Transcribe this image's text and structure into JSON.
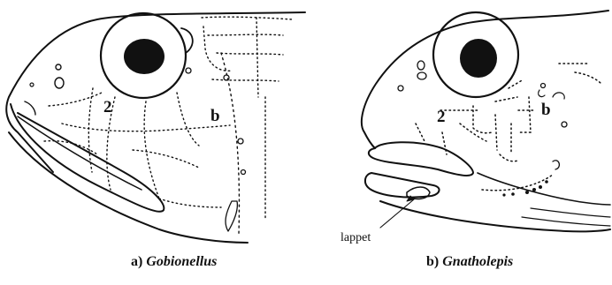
{
  "figure": {
    "panel_a": {
      "letter": "a)",
      "genus": "Gobionellus",
      "labels": {
        "row2": "2",
        "rowb": "b"
      }
    },
    "panel_b": {
      "letter": "b)",
      "genus": "Gnatholepis",
      "labels": {
        "row2": "2",
        "rowb": "b",
        "lappet": "lappet"
      }
    }
  }
}
